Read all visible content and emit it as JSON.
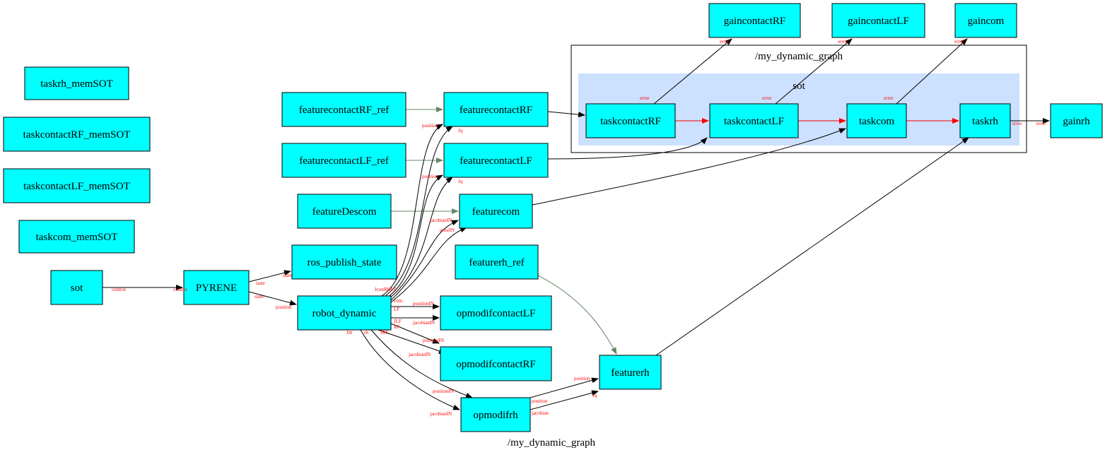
{
  "graph_label": "/my_dynamic_graph",
  "clusters": [
    {
      "id": "outer",
      "label": "/my_dynamic_graph",
      "fill": "#ffffff"
    },
    {
      "id": "sot",
      "label": "sot",
      "fill": "#cce0ff"
    }
  ],
  "colors": {
    "node_fill": "#00ffff",
    "edge": "#000000",
    "ref_edge": "#648764",
    "sot_edge": "#ff0000",
    "label": "#ff0000"
  },
  "nodes": [
    {
      "id": "taskrh_memSOT",
      "label": "taskrh_memSOT"
    },
    {
      "id": "taskcontactRF_memSOT",
      "label": "taskcontactRF_memSOT"
    },
    {
      "id": "taskcontactLF_memSOT",
      "label": "taskcontactLF_memSOT"
    },
    {
      "id": "taskcom_memSOT",
      "label": "taskcom_memSOT"
    },
    {
      "id": "sot_entity",
      "label": "sot"
    },
    {
      "id": "PYRENE",
      "label": "PYRENE"
    },
    {
      "id": "ros_publish_state",
      "label": "ros_publish_state"
    },
    {
      "id": "robot_dynamic",
      "label": "robot_dynamic"
    },
    {
      "id": "featurecontactRF_ref",
      "label": "featurecontactRF_ref"
    },
    {
      "id": "featurecontactLF_ref",
      "label": "featurecontactLF_ref"
    },
    {
      "id": "featureDescom",
      "label": "featureDescom"
    },
    {
      "id": "featurecontactRF",
      "label": "featurecontactRF"
    },
    {
      "id": "featurecontactLF",
      "label": "featurecontactLF"
    },
    {
      "id": "featurecom",
      "label": "featurecom"
    },
    {
      "id": "featurerh_ref",
      "label": "featurerh_ref"
    },
    {
      "id": "opmodifcontactLF",
      "label": "opmodifcontactLF"
    },
    {
      "id": "opmodifcontactRF",
      "label": "opmodifcontactRF"
    },
    {
      "id": "opmodifrh",
      "label": "opmodifrh"
    },
    {
      "id": "featurerh",
      "label": "featurerh"
    },
    {
      "id": "taskcontactRF",
      "label": "taskcontactRF"
    },
    {
      "id": "taskcontactLF",
      "label": "taskcontactLF"
    },
    {
      "id": "taskcom",
      "label": "taskcom"
    },
    {
      "id": "taskrh",
      "label": "taskrh"
    },
    {
      "id": "gainrh",
      "label": "gainrh"
    },
    {
      "id": "gaincontactRF",
      "label": "gaincontactRF"
    },
    {
      "id": "gaincontactLF",
      "label": "gaincontactLF"
    },
    {
      "id": "gaincom",
      "label": "gaincom"
    }
  ],
  "edges": [
    {
      "from": "sot_entity",
      "to": "PYRENE",
      "kind": "signal",
      "tail": "control",
      "head": "control"
    },
    {
      "from": "PYRENE",
      "to": "ros_publish_state",
      "kind": "signal",
      "tail": "state",
      "head": "state"
    },
    {
      "from": "PYRENE",
      "to": "robot_dynamic",
      "kind": "signal",
      "tail": "state",
      "head": "position"
    },
    {
      "from": "featurecontactRF_ref",
      "to": "featurecontactRF",
      "kind": "ref",
      "tail": "",
      "head": ""
    },
    {
      "from": "featurecontactLF_ref",
      "to": "featurecontactLF",
      "kind": "ref",
      "tail": "",
      "head": ""
    },
    {
      "from": "featureDescom",
      "to": "featurecom",
      "kind": "ref",
      "tail": "",
      "head": ""
    },
    {
      "from": "featurerh_ref",
      "to": "featurerh",
      "kind": "ref",
      "tail": "",
      "head": ""
    },
    {
      "from": "robot_dynamic",
      "to": "featurecontactRF",
      "kind": "signal",
      "tail": "JconRHLF",
      "head": "position"
    },
    {
      "from": "robot_dynamic",
      "to": "featurecontactRF",
      "kind": "signal",
      "tail": "",
      "head": "Jq"
    },
    {
      "from": "robot_dynamic",
      "to": "featurecontactLF",
      "kind": "signal",
      "tail": "",
      "head": "position"
    },
    {
      "from": "robot_dynamic",
      "to": "featurecontactLF",
      "kind": "signal",
      "tail": "",
      "head": "Jq"
    },
    {
      "from": "robot_dynamic",
      "to": "featurecom",
      "kind": "signal",
      "tail": "",
      "head": "jacobianIN"
    },
    {
      "from": "robot_dynamic",
      "to": "featurecom",
      "kind": "signal",
      "tail": "com",
      "head": "errorIN"
    },
    {
      "from": "robot_dynamic",
      "to": "opmodifcontactLF",
      "kind": "signal",
      "tail": "LF",
      "head": "positionIN"
    },
    {
      "from": "robot_dynamic",
      "to": "opmodifcontactLF",
      "kind": "signal",
      "tail": "JLF",
      "head": "jacobianIN"
    },
    {
      "from": "robot_dynamic",
      "to": "opmodifcontactRF",
      "kind": "signal",
      "tail": "RF",
      "head": "positionIN"
    },
    {
      "from": "robot_dynamic",
      "to": "opmodifcontactRF",
      "kind": "signal",
      "tail": "JRF",
      "head": "jacobianIN"
    },
    {
      "from": "robot_dynamic",
      "to": "opmodifrh",
      "kind": "signal",
      "tail": "rh",
      "head": "positionIN"
    },
    {
      "from": "robot_dynamic",
      "to": "opmodifrh",
      "kind": "signal",
      "tail": "Jrh",
      "head": "jacobianIN"
    },
    {
      "from": "opmodifrh",
      "to": "featurerh",
      "kind": "signal",
      "tail": "position",
      "head": "position"
    },
    {
      "from": "opmodifrh",
      "to": "featurerh",
      "kind": "signal",
      "tail": "jacobian",
      "head": "Jq"
    },
    {
      "from": "featurecontactRF",
      "to": "taskcontactRF",
      "kind": "signal",
      "tail": "",
      "head": ""
    },
    {
      "from": "featurecontactLF",
      "to": "taskcontactLF",
      "kind": "signal",
      "tail": "",
      "head": ""
    },
    {
      "from": "featurecom",
      "to": "taskcom",
      "kind": "signal",
      "tail": "",
      "head": ""
    },
    {
      "from": "featurerh",
      "to": "taskrh",
      "kind": "signal",
      "tail": "",
      "head": ""
    },
    {
      "from": "taskcontactRF",
      "to": "taskcontactLF",
      "kind": "sot",
      "tail": "",
      "head": ""
    },
    {
      "from": "taskcontactLF",
      "to": "taskcom",
      "kind": "sot",
      "tail": "",
      "head": ""
    },
    {
      "from": "taskcom",
      "to": "taskrh",
      "kind": "sot",
      "tail": "",
      "head": ""
    },
    {
      "from": "taskcontactRF",
      "to": "gaincontactRF",
      "kind": "signal",
      "tail": "error",
      "head": "error"
    },
    {
      "from": "taskcontactLF",
      "to": "gaincontactLF",
      "kind": "signal",
      "tail": "error",
      "head": "error"
    },
    {
      "from": "taskcom",
      "to": "gaincom",
      "kind": "signal",
      "tail": "error",
      "head": "error"
    },
    {
      "from": "taskrh",
      "to": "gainrh",
      "kind": "signal",
      "tail": "error",
      "head": "error"
    }
  ]
}
